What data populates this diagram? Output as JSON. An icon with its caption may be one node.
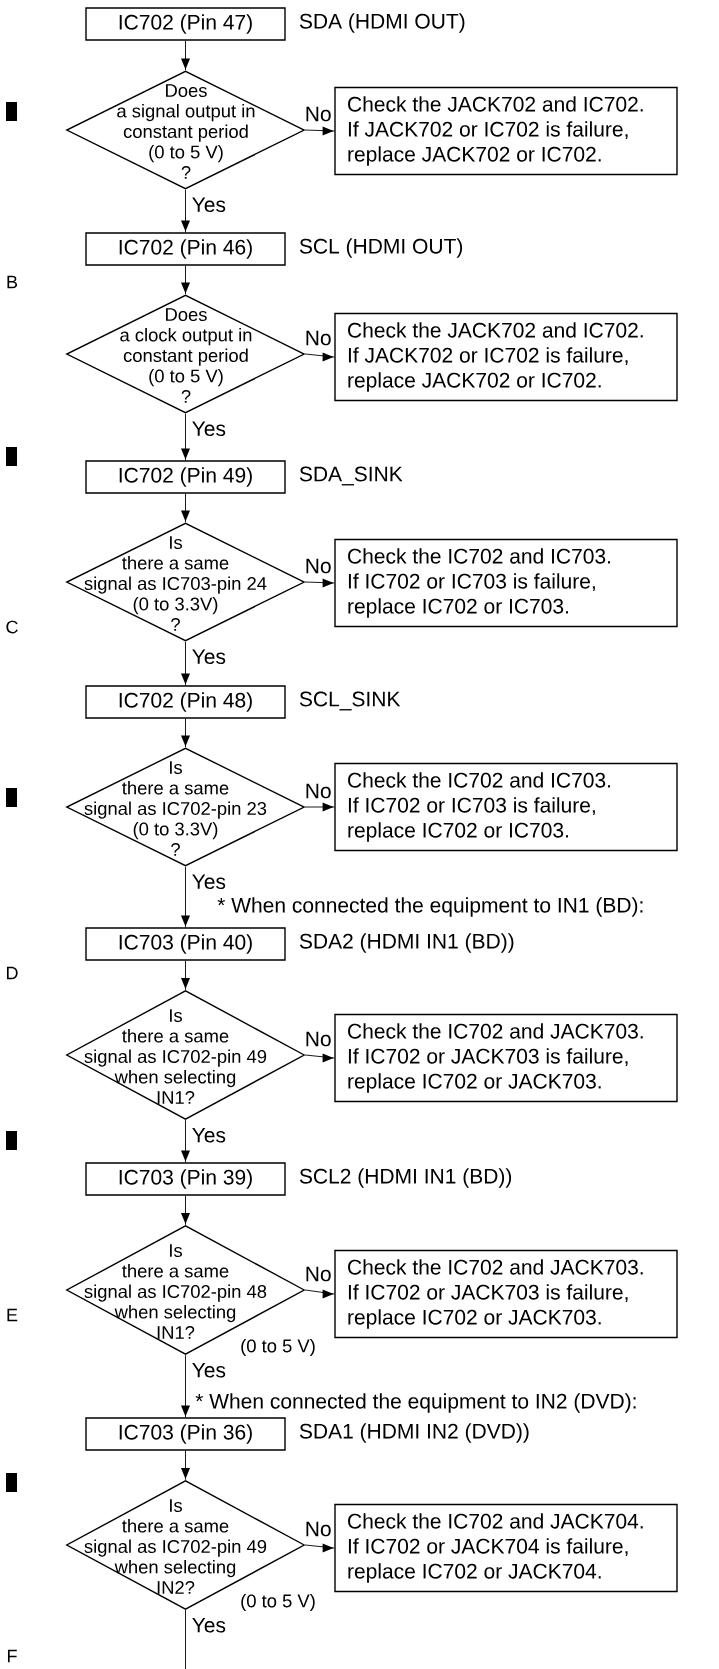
{
  "diagram": {
    "nodes": [
      {
        "text": [
          "IC702 (Pin 47)"
        ],
        "beside": [
          "SDA (HDMI OUT)"
        ]
      },
      {
        "text": [
          "Does a signal output in constant period (0 to 5 V) ?"
        ]
      },
      {
        "text": [
          "Check the JACK702 and IC702. If JACK702 or IC702 is failure, replace JACK702 or IC702."
        ]
      },
      {
        "text": [
          "IC702 (Pin 46)"
        ],
        "beside": [
          "SCL (HDMI OUT)"
        ]
      },
      {
        "text": [
          "Does a clock output in constant period (0 to 5 V) ?"
        ]
      },
      {
        "text": [
          "Check the JACK702 and IC702. If JACK702 or IC702 is failure, replace JACK702 or IC702."
        ]
      },
      {
        "text": [
          "IC702 (Pin 49)"
        ],
        "beside": [
          "SDA_SINK"
        ]
      },
      {
        "text": [
          "Is there a same signal as IC703-pin 24 (0 to 3.3V) ?"
        ]
      },
      {
        "text": [
          "Check the IC702 and IC703. If IC702 or IC703 is failure, replace IC702 or IC703."
        ]
      },
      {
        "text": [
          "IC702 (Pin 48)"
        ],
        "beside": [
          "SCL_SINK"
        ]
      },
      {
        "text": [
          "Is there a same signal as IC702-pin 23 (0 to 3.3V) ?"
        ]
      },
      {
        "text": [
          "Check the IC702 and IC703. If IC702 or IC703 is failure, replace IC702 or IC703."
        ]
      },
      {
        "text": [
          "IC703 (Pin 40)"
        ],
        "beside": [
          "SDA2 (HDMI IN1 (BD))"
        ]
      },
      {
        "text": [
          "Is there a same signal as IC702-pin 49 when selecting IN1?"
        ]
      },
      {
        "text": [
          "Check the IC702 and JACK703. If IC702 or JACK703 is failure, replace IC702 or JACK703."
        ]
      },
      {
        "text": [
          "IC703 (Pin 39)"
        ],
        "beside": [
          "SCL2 (HDMI IN1 (BD))"
        ]
      },
      {
        "text": [
          "Is there a same signal as IC702-pin 48 when selecting IN1?"
        ],
        "beside": [
          "(0 to 5 V)"
        ]
      },
      {
        "text": [
          "Check the IC702 and JACK703. If IC702 or JACK703 is failure, replace IC702 or JACK703."
        ]
      },
      {
        "text": [
          "IC703 (Pin 36)"
        ],
        "beside": [
          "SDA1 (HDMI IN2 (DVD))"
        ]
      },
      {
        "text": [
          "Is there a same signal as IC702-pin 49 when selecting IN2?"
        ],
        "beside": [
          "(0 to 5 V)"
        ]
      },
      {
        "text": [
          "Check the IC702 and JACK704. If IC702 or JACK704 is failure, replace IC702 or JACK704."
        ]
      }
    ],
    "edges": [
      {
        "from": 0,
        "to": 1,
        "arrow": "to"
      },
      {
        "from": 1,
        "to": 2,
        "label": "No",
        "arrow": "to"
      },
      {
        "from": 1,
        "to": 3,
        "label": "Yes",
        "arrow": "to"
      },
      {
        "from": 3,
        "to": 4,
        "arrow": "to"
      },
      {
        "from": 4,
        "to": 5,
        "label": "No",
        "arrow": "to"
      },
      {
        "from": 4,
        "to": 6,
        "label": "Yes",
        "arrow": "to"
      },
      {
        "from": 6,
        "to": 7,
        "arrow": "to"
      },
      {
        "from": 7,
        "to": 8,
        "label": "No",
        "arrow": "to"
      },
      {
        "from": 7,
        "to": 9,
        "label": "Yes",
        "arrow": "to"
      },
      {
        "from": 9,
        "to": 10,
        "arrow": "to"
      },
      {
        "from": 10,
        "to": 11,
        "label": "No",
        "arrow": "to"
      },
      {
        "from": 10,
        "to": 12,
        "label": "Yes",
        "arrow": "to"
      },
      {
        "from": 12,
        "to": 13,
        "arrow": "to"
      },
      {
        "from": 13,
        "to": 14,
        "label": "No",
        "arrow": "to"
      },
      {
        "from": 13,
        "to": 15,
        "label": "Yes",
        "arrow": "to"
      },
      {
        "from": 15,
        "to": 16,
        "arrow": "to"
      },
      {
        "from": 16,
        "to": 17,
        "label": "No",
        "arrow": "to"
      },
      {
        "from": 16,
        "to": 18,
        "label": "Yes",
        "arrow": "to"
      },
      {
        "from": 18,
        "to": 19,
        "arrow": "to"
      },
      {
        "from": 19,
        "to": 20,
        "label": "No",
        "arrow": "to"
      },
      {
        "from": 19,
        "to": null,
        "label": "Yes",
        "arrow": "none"
      }
    ],
    "labels": [
      "B",
      "C",
      "* When connected the equipment to IN1 (BD):",
      "D",
      "E",
      "* When connected the equipment to IN2 (DVD):",
      "F"
    ]
  }
}
